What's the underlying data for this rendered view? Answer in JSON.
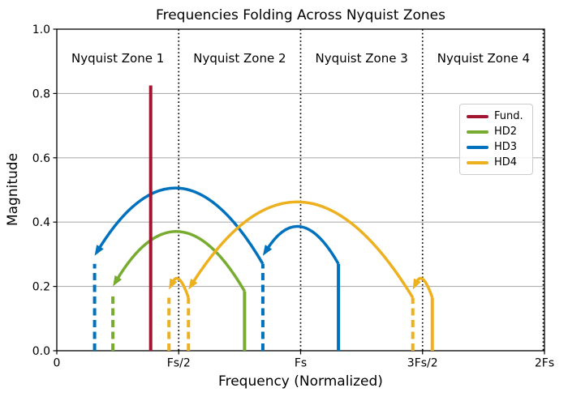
{
  "chart_data": {
    "type": "line",
    "title": "Frequencies Folding Across Nyquist Zones",
    "xlabel": "Frequency (Normalized)",
    "ylabel": "Magnitude",
    "xlim": [
      0,
      2
    ],
    "ylim": [
      0,
      1
    ],
    "grid": {
      "axis": "y",
      "color": "#b0b0b0"
    },
    "axis_color": "#000000",
    "xticks": [
      {
        "value": 0,
        "label": "0"
      },
      {
        "value": 0.5,
        "label": "Fs/2"
      },
      {
        "value": 1,
        "label": "Fs"
      },
      {
        "value": 1.5,
        "label": "3Fs/2"
      },
      {
        "value": 2,
        "label": "2Fs"
      }
    ],
    "yticks": [
      {
        "value": 0,
        "label": "0.0"
      },
      {
        "value": 0.2,
        "label": "0.2"
      },
      {
        "value": 0.4,
        "label": "0.4"
      },
      {
        "value": 0.6,
        "label": "0.6"
      },
      {
        "value": 0.8,
        "label": "0.8"
      },
      {
        "value": 1,
        "label": "1.0"
      }
    ],
    "zones": {
      "boundary_style": "dotted",
      "boundary_color": "#000000",
      "boundaries": [
        0.5,
        1.0,
        1.5,
        2.0
      ],
      "labels": [
        {
          "text": "Nyquist Zone 1",
          "x": 0.25,
          "y": 0.91
        },
        {
          "text": "Nyquist Zone 2",
          "x": 0.75,
          "y": 0.91
        },
        {
          "text": "Nyquist Zone 3",
          "x": 1.25,
          "y": 0.91
        },
        {
          "text": "Nyquist Zone 4",
          "x": 1.75,
          "y": 0.91
        }
      ]
    },
    "series": [
      {
        "name": "Fund.",
        "color": "#A2142F",
        "spurs": [
          {
            "freq": 0.385,
            "mag": 0.825,
            "style": "solid"
          }
        ],
        "folds": []
      },
      {
        "name": "HD2",
        "color": "#77AC30",
        "spurs": [
          {
            "freq": 0.77,
            "mag": 0.185,
            "style": "solid"
          },
          {
            "freq": 0.23,
            "mag": 0.175,
            "style": "dashed"
          }
        ],
        "folds": [
          {
            "from_freq": 0.77,
            "from_mag": 0.185,
            "to_freq": 0.23,
            "to_mag": 0.175,
            "apex_freq": 0.5,
            "apex_mag": 0.365
          }
        ]
      },
      {
        "name": "HD3",
        "color": "#0072BD",
        "spurs": [
          {
            "freq": 1.155,
            "mag": 0.27,
            "style": "solid"
          },
          {
            "freq": 0.845,
            "mag": 0.27,
            "style": "dashed"
          },
          {
            "freq": 0.155,
            "mag": 0.27,
            "style": "dashed"
          }
        ],
        "folds": [
          {
            "from_freq": 1.155,
            "from_mag": 0.27,
            "to_freq": 0.845,
            "to_mag": 0.27,
            "apex_freq": 1.0,
            "apex_mag": 0.38
          },
          {
            "from_freq": 0.845,
            "from_mag": 0.27,
            "to_freq": 0.155,
            "to_mag": 0.27,
            "apex_freq": 0.5,
            "apex_mag": 0.5
          }
        ]
      },
      {
        "name": "HD4",
        "color": "#EDB120",
        "spurs": [
          {
            "freq": 1.54,
            "mag": 0.165,
            "style": "solid"
          },
          {
            "freq": 1.46,
            "mag": 0.165,
            "style": "dashed"
          },
          {
            "freq": 0.54,
            "mag": 0.165,
            "style": "dashed"
          },
          {
            "freq": 0.46,
            "mag": 0.165,
            "style": "dashed"
          }
        ],
        "folds": [
          {
            "from_freq": 1.54,
            "from_mag": 0.165,
            "to_freq": 1.46,
            "to_mag": 0.165,
            "apex_freq": 1.5,
            "apex_mag": 0.215
          },
          {
            "from_freq": 1.46,
            "from_mag": 0.165,
            "to_freq": 0.54,
            "to_mag": 0.165,
            "apex_freq": 1.0,
            "apex_mag": 0.457
          },
          {
            "from_freq": 0.54,
            "from_mag": 0.165,
            "to_freq": 0.46,
            "to_mag": 0.165,
            "apex_freq": 0.5,
            "apex_mag": 0.215
          }
        ]
      }
    ],
    "legend": {
      "position": "upper right",
      "labels": [
        "Fund.",
        "HD2",
        "HD3",
        "HD4"
      ]
    }
  }
}
